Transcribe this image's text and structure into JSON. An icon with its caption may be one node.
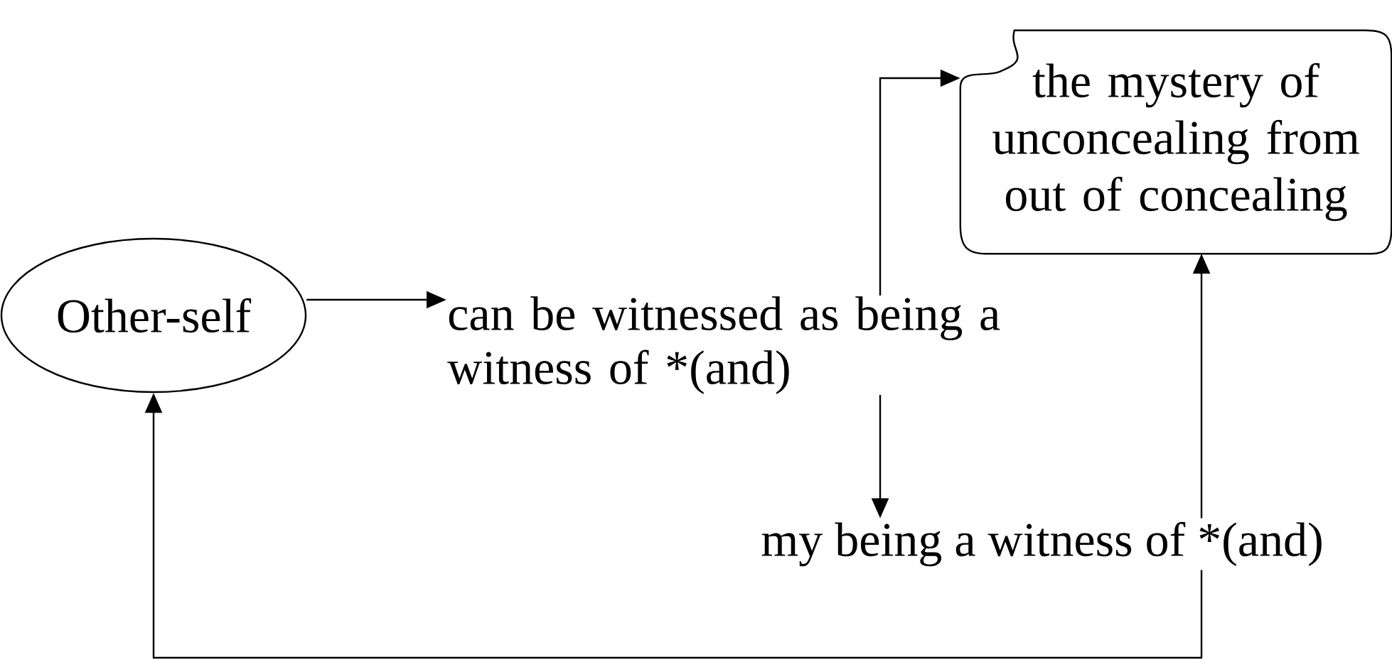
{
  "diagram": {
    "nodes": [
      {
        "text": [
          "the mystery of unconcealing from out of concealing"
        ]
      },
      {
        "text": [
          "Other-self"
        ]
      },
      {
        "text": [
          "can be witnessed as being a witness of *(and)"
        ]
      },
      {
        "text": [
          "my being a witness of *(and)"
        ]
      }
    ],
    "edges": [
      {
        "from": 1,
        "to": 2,
        "arrow": "to"
      },
      {
        "from": 2,
        "to": 0,
        "arrow": "to"
      },
      {
        "from": 2,
        "to": 3,
        "arrow": "to"
      },
      {
        "from": 3,
        "to": 0,
        "arrow": "to"
      },
      {
        "from": 3,
        "to": 1,
        "arrow": "to"
      }
    ]
  }
}
